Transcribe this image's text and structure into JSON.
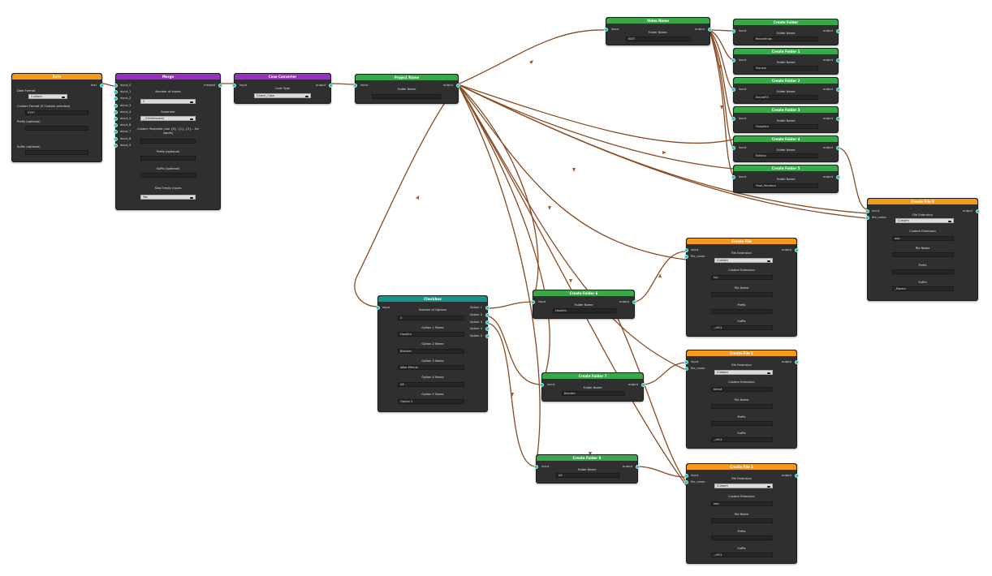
{
  "colors": {
    "wire": "#8a4a20",
    "green": "#3aa84a",
    "orange": "#f59a18",
    "purple": "#9a2fc1",
    "teal": "#14978a",
    "port": "#33b8a8"
  },
  "date": {
    "title": "Date",
    "out": "text",
    "format_label": "Date Format",
    "format_value": "Custom",
    "custom_label": "Custom Format (if Custom selected)",
    "custom_value": "YYYY",
    "prefix_label": "Prefix (optional)",
    "suffix_label": "Suffix (optional)"
  },
  "merge": {
    "title": "Merge",
    "inputs": [
      "input_0",
      "input_1",
      "input_2",
      "input_3",
      "input_4",
      "input_5",
      "input_6",
      "input_7",
      "input_8",
      "input_9"
    ],
    "out": "merged",
    "num_label": "Number of Inputs",
    "num_value": "2",
    "sep_label": "Separator",
    "sep_value": "_ (Underscore)",
    "tpl_label": "Custom Template (use {0}, {1}, {2}... for inputs)",
    "prefix_label": "Prefix (optional)",
    "suffix_label": "Suffix (optional)",
    "skip_label": "Skip Empty Inputs",
    "skip_value": "Yes"
  },
  "case": {
    "title": "Case Converter",
    "in": "input",
    "out": "output",
    "type_label": "Case Type",
    "type_value": "Camel_Case"
  },
  "project": {
    "title": "Project Name",
    "in": "input",
    "out": "output",
    "field_label": "Folder Name",
    "field_value": ""
  },
  "video": {
    "title": "Video Name",
    "in": "input",
    "out": "output",
    "field_label": "Folder Name",
    "field_value": "EDIT"
  },
  "cf0": {
    "title": "Create Folder",
    "in": "input",
    "out": "output",
    "field_label": "Folder Name",
    "field_value": "Recordings"
  },
  "cf1": {
    "title": "Create Folder 1",
    "in": "input",
    "out": "output",
    "field_label": "Folder Name",
    "field_value": "Visuals"
  },
  "cf2": {
    "title": "Create Folder 2",
    "in": "input",
    "out": "output",
    "field_label": "Folder Name",
    "field_value": "SoundFX"
  },
  "cf3": {
    "title": "Create Folder 3",
    "in": "input",
    "out": "output",
    "field_label": "Folder Name",
    "field_value": "Graphics"
  },
  "cf4": {
    "title": "Create Folder 4",
    "in": "input",
    "out": "output",
    "field_label": "Folder Name",
    "field_value": "Editing"
  },
  "cf5": {
    "title": "Create Folder 5",
    "in": "input",
    "out": "output",
    "field_label": "Folder Name",
    "field_value": "Final_Renders"
  },
  "cf6": {
    "title": "Create Folder 6",
    "in": "input",
    "out": "output",
    "field_label": "Folder Name",
    "field_value": "Houdini"
  },
  "cf7": {
    "title": "Create Folder 7",
    "in": "input",
    "out": "output",
    "field_label": "Folder Name",
    "field_value": "Blender"
  },
  "cf8": {
    "title": "Create Folder 8",
    "in": "input",
    "out": "output",
    "field_label": "Folder Name",
    "field_value": "AE"
  },
  "checkbox": {
    "title": "Checkbox",
    "in": "input",
    "outs": [
      "Option 1",
      "Option 2",
      "Option 3",
      "Option 4",
      "Option 5"
    ],
    "num_label": "Number of Options",
    "num_value": "3",
    "o1_label": "Option 1 Name",
    "o1_value": "Houdini",
    "o2_label": "Option 2 Name",
    "o2_value": "Blender",
    "o3_label": "Option 3 Name",
    "o3_value": "After Effects",
    "o4_label": "Option 4 Name",
    "o4_value": "AE",
    "o5_label": "Option 5 Name",
    "o5_value": "Option 5"
  },
  "file0": {
    "title": "Create File 0",
    "in": "input",
    "in2": "file_name",
    "out": "output",
    "ext_label": "File Extension",
    "ext_value": "Custom",
    "cext_label": "Custom Extension",
    "cext_value": "aep",
    "name_label": "File Name",
    "prefix_label": "Prefix",
    "suffix_label": "Suffix",
    "suffix_value": "_Master"
  },
  "file": {
    "title": "Create File",
    "in": "input",
    "in2": "file_name",
    "out": "output",
    "ext_label": "File Extension",
    "ext_value": "Custom",
    "cext_label": "Custom Extension",
    "cext_value": "hip",
    "name_label": "File Name",
    "prefix_label": "Prefix",
    "suffix_label": "Suffix",
    "suffix_value": "_v001"
  },
  "file1": {
    "title": "Create File 1",
    "in": "input",
    "in2": "file_name",
    "out": "output",
    "ext_label": "File Extension",
    "ext_value": "Custom",
    "cext_label": "Custom Extension",
    "cext_value": "blend",
    "name_label": "File Name",
    "prefix_label": "Prefix",
    "suffix_label": "Suffix",
    "suffix_value": "_v001"
  },
  "file2": {
    "title": "Create File 2",
    "in": "input",
    "in2": "file_name",
    "out": "output",
    "ext_label": "File Extension",
    "ext_value": "Custom",
    "cext_label": "Custom Extension",
    "cext_value": "aep",
    "name_label": "File Name",
    "prefix_label": "Prefix",
    "suffix_label": "Suffix",
    "suffix_value": "_v001"
  }
}
